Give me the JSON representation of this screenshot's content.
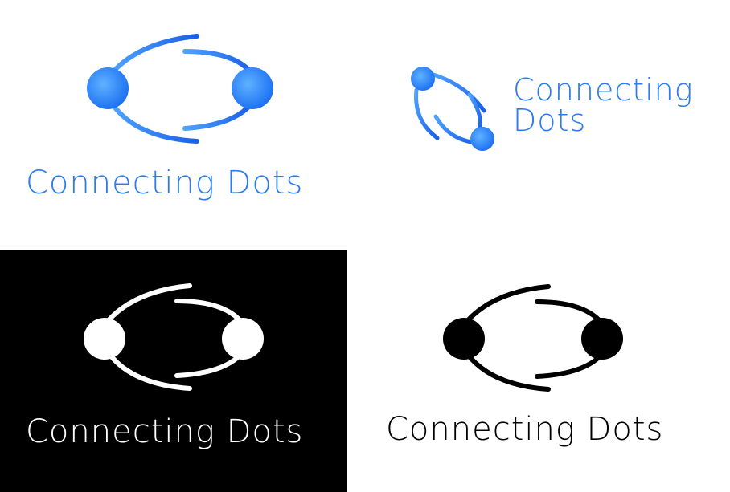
{
  "wordmark": {
    "full": "Connecting Dots",
    "line1": "Connecting",
    "line2": "Dots"
  },
  "colors": {
    "blue_light": "#4fa3ff",
    "blue_dark": "#1a5fe6",
    "black": "#000000",
    "white": "#ffffff"
  },
  "icons": [
    "connecting-dots-logo-icon"
  ]
}
